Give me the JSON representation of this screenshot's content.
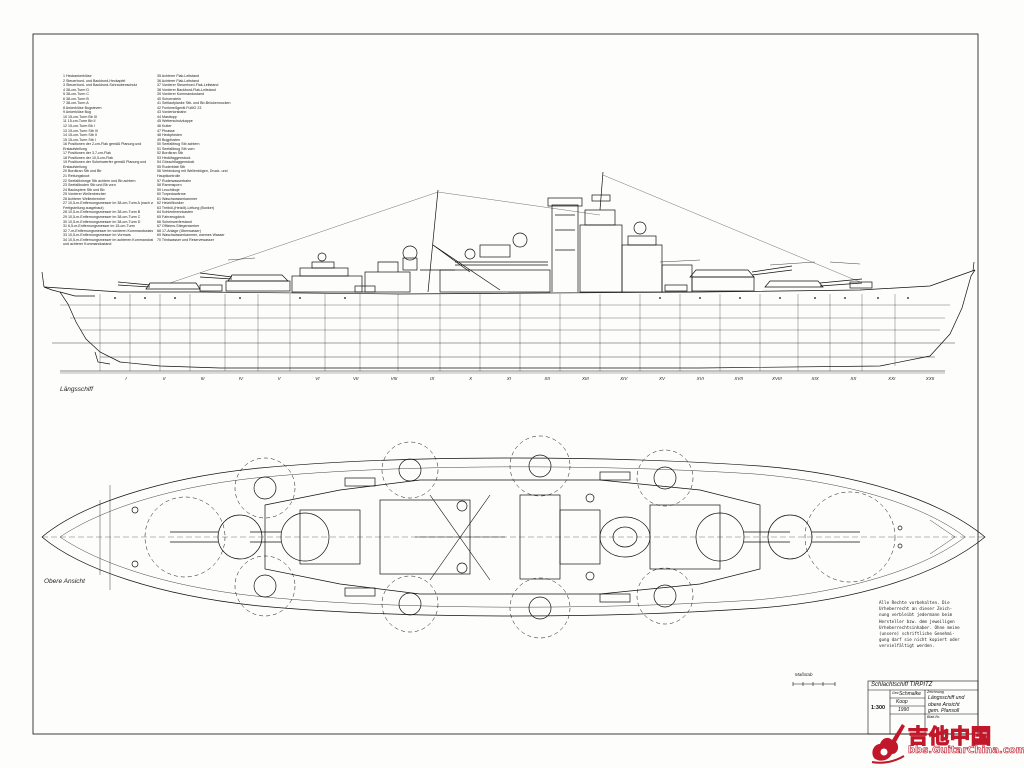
{
  "legend": {
    "col1": [
      "1  Heckankerklüse",
      "2  Steuerbord- und Backbord-Heckapfel",
      "3  Steuerbord- und Backbord-Schraubenschutz",
      "4  38-cm-Turm D",
      "5  38-cm-Turm C",
      "6  38-cm-Turm B",
      "7  38-cm-Turm A",
      "8  Ankerklüse Bugsteven",
      "9  Ankerklüse Bug",
      "10  15-cm-Turm Bb III",
      "11  15-cm-Turm Bb II",
      "12  15-cm-Turm Bb I",
      "13  15-cm-Turm Stb III",
      "14  15-cm-Turm Stb II",
      "15  15-cm-Turm Stb I",
      "16  Positionen der 2-cm-Flak gemäß Planung und",
      "     Erstaufstellung",
      "17  Positionen der 3,7-cm-Flak",
      "18  Positionen der 10,5-cm-Flak",
      "19  Positionen der Scheinwerfer gemäß Planung und",
      "     Erstaufstellung",
      "20  Bordkran Stb und Bb",
      "21  Rettungsboot",
      "22  Seefallkrinnge Stb achtern und Bb achtern",
      "23  Seefallboden Stb und Bb vorn",
      "24  Backspiere Stb und Bb",
      "25  Vorderer Wellenbrecher",
      "26  Achterer Wellenbrecher",
      "27  10,5-m-Entfernungsmesser im 38-cm-Turm A (nach vor",
      "     Fertigstellung ausgebaut)",
      "28  10,5-m-Entfernungsmesser im 38-cm-Turm B",
      "29  10,5-m-Entfernungsmesser im 38-cm-Turm C",
      "30  10,5-m-Entfernungsmesser im 38-cm-Turm D",
      "31  6,5-m-Entfernungsmesser im 15-cm-Turm",
      "32  7-m-Entfernungsmesser im vorderen Kommandostand",
      "33  10,5-m-Entfernungsmesser im Vormars",
      "34  10,5-m-Entfernungsmesser im achteren Kommandostand",
      "     und achterer Kommandostand"
    ],
    "col2": [
      "35  Achterer Flak-Leitstand",
      "36  Achterer Flak-Leitstand",
      "37  Vorderer Steuerbord-Flak-Leitstand",
      "38  Vorderer Backbord-Flak-Leitstand",
      "39  Vorderer Kommandostand",
      "40  Schornstein",
      "41  Seitlaufplanke Stb- und Bb-Brückennocken",
      "42  Funkmeßgerät FuMO 23",
      "43  Vorderlorsbahn",
      "44  Masttopp",
      "45  Wetterschutzkappe",
      "46  Kutter",
      "47  Pinasse",
      "48  Heckpfosten",
      "49  Bugpfosten",
      "50  Seefallbrug Stb achtern",
      "51  Seefallbrug Stb vorn",
      "52  Bordkran Stb",
      "53  Hecklfaggenstock",
      "54  Gösschflaggenstock",
      "55  Ruderblatt Stb",
      "56  Verbindung mit Wellenbögen, Druck- und",
      "     Hauptkontrolle",
      "57  Ruderwasserbahn",
      "58  Rammsporn",
      "59  Leuchtboje",
      "60  Torpedowärme",
      "61  Waschwasserkammer",
      "62  Heizöllbunker",
      "63  Treiböl-(Heizöl)-Leitung (Bunker)",
      "64  Kohlenbrennkasten",
      "65  Fahrzeugdeck",
      "66  Scheinwerferstand",
      "67  Offiziers-Stiegenwerker",
      "68  17-Anlage (Überwasser)",
      "69  Waschwasserkammer, warmes Wasser",
      "70  Trinkwasser und Reservewasser"
    ]
  },
  "labels": {
    "side_view": "Längsschiff",
    "top_view": "Obere Ansicht",
    "scale_label": "Maßstab"
  },
  "frames": [
    "I",
    "II",
    "III",
    "IV",
    "V",
    "VI",
    "VII",
    "VIII",
    "IX",
    "X",
    "XI",
    "XII",
    "XIII",
    "XIV",
    "XV",
    "XVI",
    "XVII",
    "XVIII",
    "XIX",
    "XX",
    "XXI",
    "XXII"
  ],
  "note": [
    "Alle Rechte vorbehalten. Die",
    "Urheberrecht an dieser Zeich-",
    "nung verbleibt jedermann beim",
    "Hersteller bzw. dem jeweiligen",
    "Urheberrechtsinhaber. Ohne meine",
    "(unsere) schriftliche Genehmi-",
    "gung darf sie nicht kopiert oder",
    "vervielfältigt werden."
  ],
  "title_block": {
    "ship": "Schlachtschiff  TIRPITZ",
    "scale": "1:300",
    "drawn_label": "Gez.",
    "drawn_by": "Schmalke",
    "checked_by": "Koop",
    "year": "1990",
    "drawing_label": "Zeichnung",
    "drawing_title_1": "Längsschiff und",
    "drawing_title_2": "obere  Ansicht",
    "drawing_title_3": "gem. Plansoll",
    "sheet_label": "Blatt-Nr."
  },
  "watermark": {
    "text": "吉他中国",
    "url": "bbs.GuitarChina.com"
  },
  "colors": {
    "ink": "#111111",
    "paper": "#fdfdfb",
    "watermark_red": "#c0182a"
  }
}
